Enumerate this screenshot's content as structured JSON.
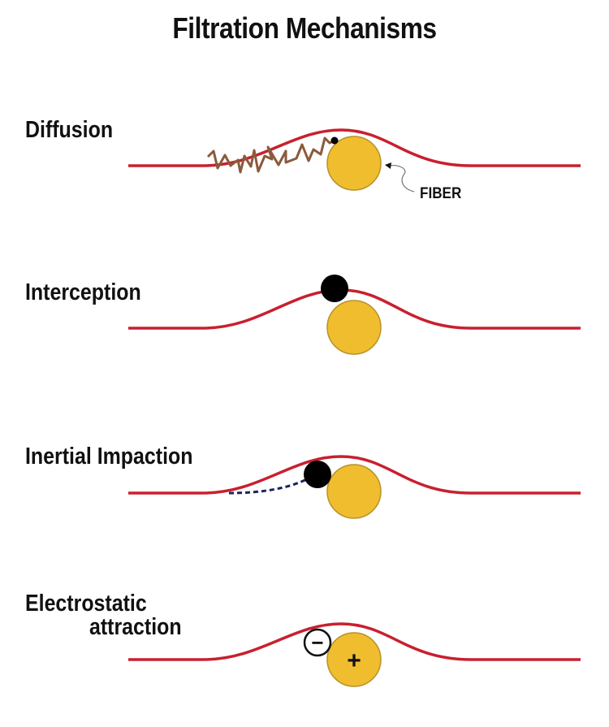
{
  "title": "Filtration Mechanisms",
  "fiber_label": "FIBER",
  "mechanisms": [
    {
      "label": "Diffusion"
    },
    {
      "label": "Interception"
    },
    {
      "label": "Inertial Impaction"
    },
    {
      "label_line1": "Electrostatic",
      "label_line2": "attraction"
    }
  ],
  "charges": {
    "particle": "−",
    "fiber": "+"
  },
  "colors": {
    "streamline": "#c8202f",
    "fiber": "#f0bd2e",
    "fiber_edge": "#b8912a",
    "particle": "#000000",
    "random_walk": "#8a5a3c",
    "impaction_path": "#1c2260"
  }
}
